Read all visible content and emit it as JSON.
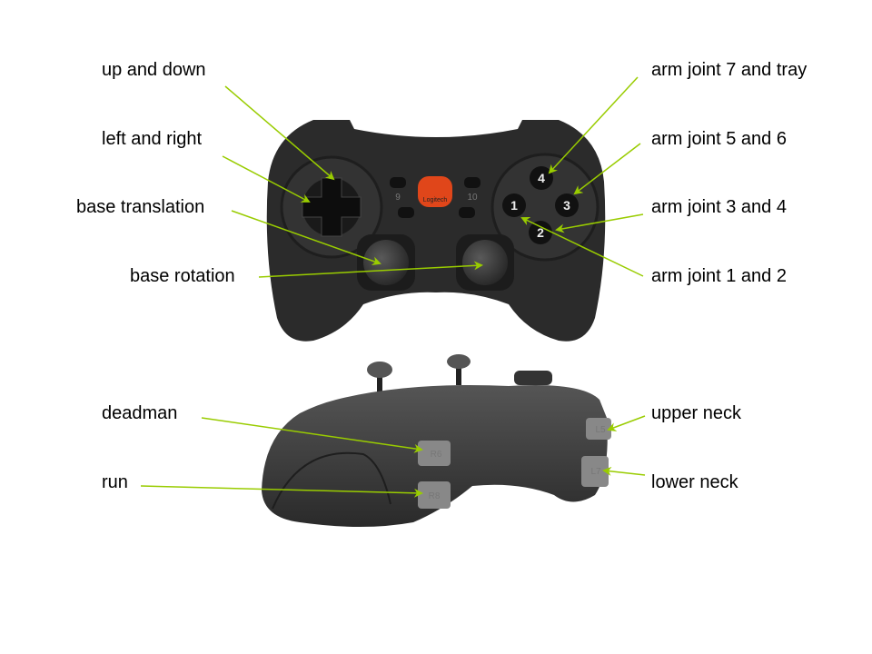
{
  "labels": {
    "up_down": "up and down",
    "left_right": "left and right",
    "base_translation": "base translation",
    "base_rotation": "base rotation",
    "arm_joint_7_tray": "arm joint 7 and tray",
    "arm_joint_5_6": "arm joint 5 and 6",
    "arm_joint_3_4": "arm joint 3 and 4",
    "arm_joint_1_2": "arm joint 1 and 2",
    "deadman": "deadman",
    "run": "run",
    "upper_neck": "upper neck",
    "lower_neck": "lower neck"
  },
  "controller": {
    "brand": "Logitech",
    "face_buttons": [
      "1",
      "2",
      "3",
      "4"
    ],
    "small_buttons": [
      "9",
      "10"
    ],
    "side_buttons": [
      "R6",
      "R8",
      "L5",
      "L7"
    ]
  },
  "colors": {
    "arrow": "#99cc00",
    "body": "#2b2b2b",
    "logo": "#e0461a"
  }
}
